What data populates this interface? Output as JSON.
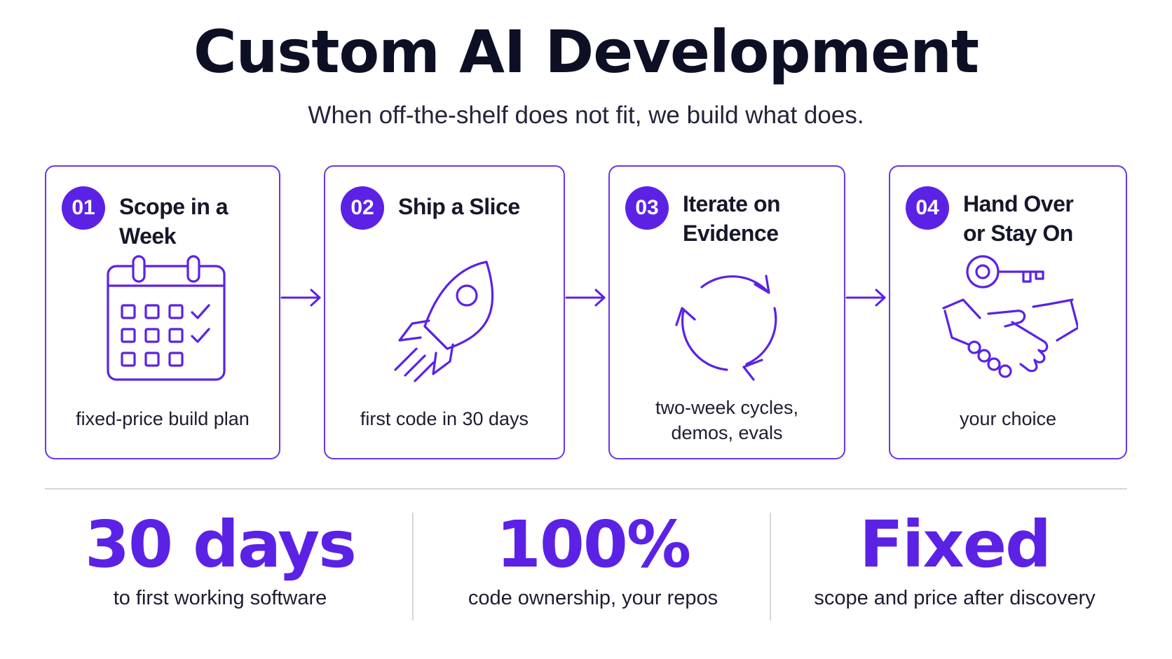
{
  "header": {
    "title": "Custom AI Development",
    "subtitle": "When off-the-shelf does not fit, we build what does."
  },
  "colors": {
    "accent": "#5b22e6",
    "text": "#0d1024",
    "divider": "#d6d6dc"
  },
  "steps": [
    {
      "number": "01",
      "title_line1": "Scope in a Week",
      "title_line2": "",
      "icon": "calendar-icon",
      "desc_line1": "fixed-price build plan",
      "desc_line2": ""
    },
    {
      "number": "02",
      "title_line1": "Ship a Slice",
      "title_line2": "",
      "icon": "rocket-icon",
      "desc_line1": "first code in 30 days",
      "desc_line2": ""
    },
    {
      "number": "03",
      "title_line1": "Iterate on",
      "title_line2": "Evidence",
      "icon": "cycle-arrows-icon",
      "desc_line1": "two-week cycles,",
      "desc_line2": "demos, evals"
    },
    {
      "number": "04",
      "title_line1": "Hand Over",
      "title_line2": "or Stay On",
      "icon": "key-handshake-icon",
      "desc_line1": "your choice",
      "desc_line2": ""
    }
  ],
  "stats": [
    {
      "value": "30 days",
      "label": "to first working software"
    },
    {
      "value": "100%",
      "label": "code ownership, your repos"
    },
    {
      "value": "Fixed",
      "label": "scope and price after discovery"
    }
  ]
}
